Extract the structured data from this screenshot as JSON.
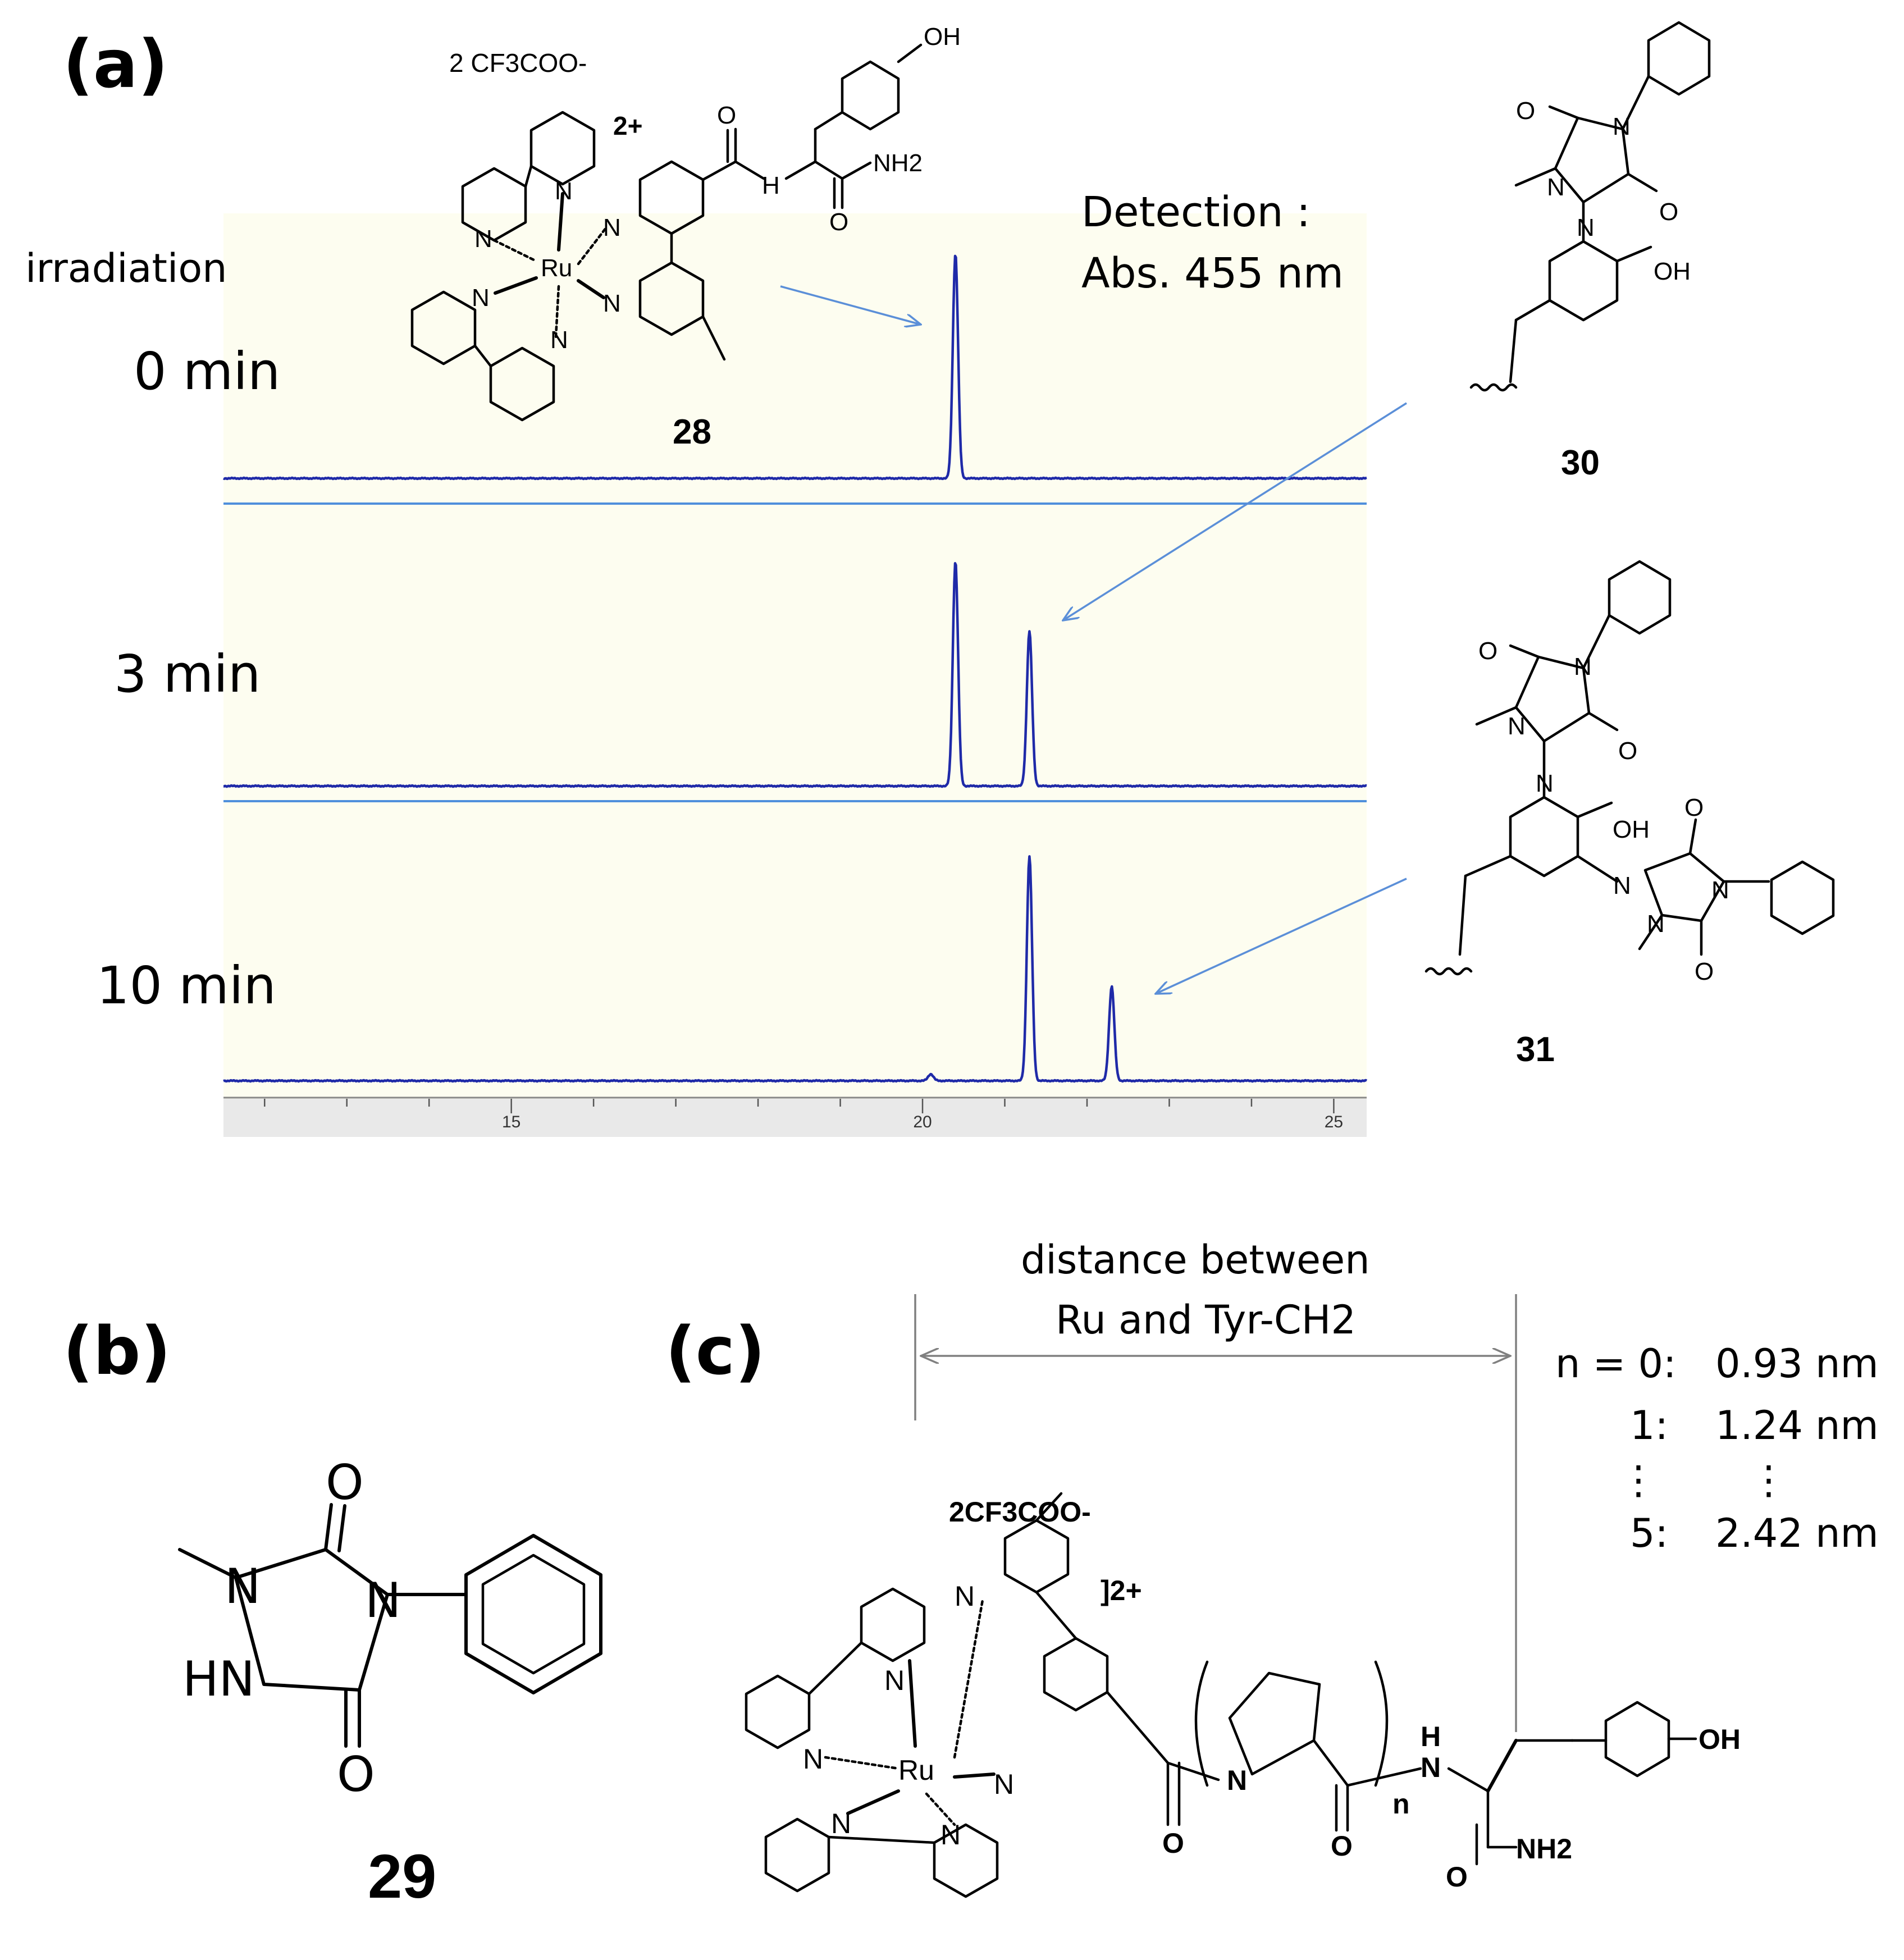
{
  "panel_labels": {
    "a": "(a)",
    "b": "(b)",
    "c": "(c)"
  },
  "irradiation": {
    "title": "irradiation",
    "times": [
      "0 min",
      "3 min",
      "10 min"
    ]
  },
  "detection": {
    "line1": "Detection :",
    "line2": "Abs. 455 nm"
  },
  "compounds": {
    "c28": "28",
    "c29": "29",
    "c30": "30",
    "c31": "31",
    "counterion": "2 CF3COO-",
    "counterion_c": "2CF3COO-",
    "charge": "2+",
    "charge_c": "]2+",
    "atoms": {
      "N": "N",
      "Ru": "Ru",
      "O": "O",
      "OH": "OH",
      "NH2": "NH2",
      "H": "H",
      "HN": "HN",
      "n": "n"
    }
  },
  "distance": {
    "caption_line1": "distance between",
    "caption_line2": "Ru and Tyr-CH2",
    "rows": [
      {
        "n": "n = 0:",
        "d": "0.93 nm"
      },
      {
        "n": "1:",
        "d": "1.24 nm"
      },
      {
        "n": "⋮",
        "d": "⋮"
      },
      {
        "n": "5:",
        "d": "2.42 nm"
      }
    ]
  },
  "chart_data": {
    "type": "line",
    "title": "",
    "xlabel": "",
    "ylabel": "",
    "xlim": [
      11.5,
      25.4
    ],
    "x_ticks": [
      "15",
      "20",
      "25"
    ],
    "series": [
      {
        "time": "0 min",
        "peaks": [
          {
            "x": 20.4,
            "height": 1.0
          }
        ]
      },
      {
        "time": "3 min",
        "peaks": [
          {
            "x": 20.4,
            "height": 1.0
          },
          {
            "x": 21.3,
            "height": 0.69
          }
        ]
      },
      {
        "time": "10 min",
        "peaks": [
          {
            "x": 20.1,
            "height": 0.03
          },
          {
            "x": 21.3,
            "height": 1.0
          },
          {
            "x": 22.3,
            "height": 0.42
          }
        ]
      }
    ],
    "colors": {
      "trace": "#1f2aa8",
      "background": "#fdfdf0",
      "separator": "#4f8fdc"
    }
  }
}
